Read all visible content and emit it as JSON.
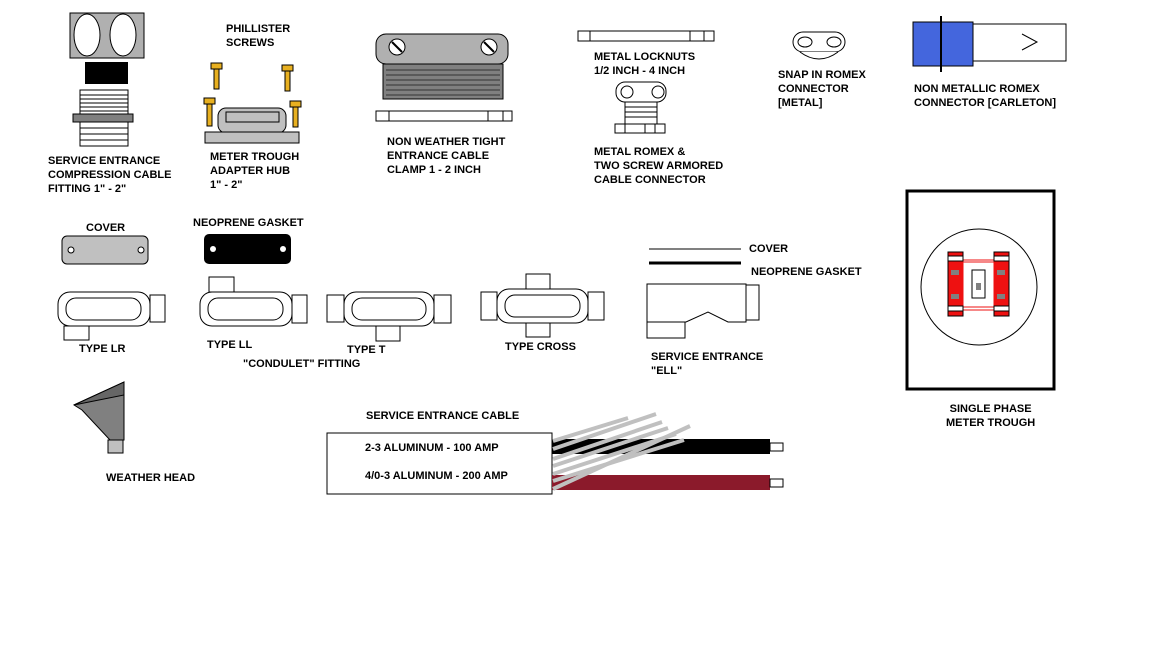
{
  "labels": {
    "service_entrance_fitting": [
      "SERVICE ENTRANCE",
      "COMPRESSION CABLE",
      "FITTING 1\" - 2\""
    ],
    "phillister": [
      "PHILLISTER",
      "SCREWS"
    ],
    "meter_hub": [
      "METER TROUGH",
      "ADAPTER HUB",
      "1\" - 2\""
    ],
    "non_weather_clamp": [
      "NON WEATHER TIGHT",
      "ENTRANCE CABLE",
      "CLAMP   1 - 2 INCH"
    ],
    "locknuts": [
      "METAL LOCKNUTS",
      "1/2 INCH - 4 INCH"
    ],
    "armored_connector": [
      "METAL ROMEX &",
      "TWO SCREW ARMORED",
      "CABLE CONNECTOR"
    ],
    "snap_romex": [
      "SNAP IN ROMEX",
      "CONNECTOR",
      "[METAL]"
    ],
    "non_metallic_romex": [
      "NON METALLIC ROMEX",
      "CONNECTOR [CARLETON]"
    ],
    "cover": "COVER",
    "neoprene_gasket": "NEOPRENE GASKET",
    "type_lr": "TYPE LR",
    "type_ll": "TYPE  LL",
    "condulet": "\"CONDULET\"  FITTING",
    "type_t": "TYPE    T",
    "type_cross": "TYPE     CROSS",
    "ell_cover": "COVER",
    "ell_gasket": "NEOPRENE GASKET",
    "service_ell": [
      "SERVICE ENTRANCE",
      "\"ELL\""
    ],
    "single_phase": [
      "SINGLE PHASE",
      "METER TROUGH"
    ],
    "weather_head": "WEATHER HEAD",
    "service_cable_title": "SERVICE ENTRANCE CABLE",
    "cable_100": "2-3 ALUMINUM - 100 AMP",
    "cable_200": "4/0-3 ALUMINUM - 200 AMP"
  },
  "colors": {
    "gray": "#c0c0c0",
    "dark_gray": "#808080",
    "gold": "#e8b020",
    "blue": "#4466dd",
    "red": "#ee1111",
    "maroon": "#8b1a2b"
  }
}
